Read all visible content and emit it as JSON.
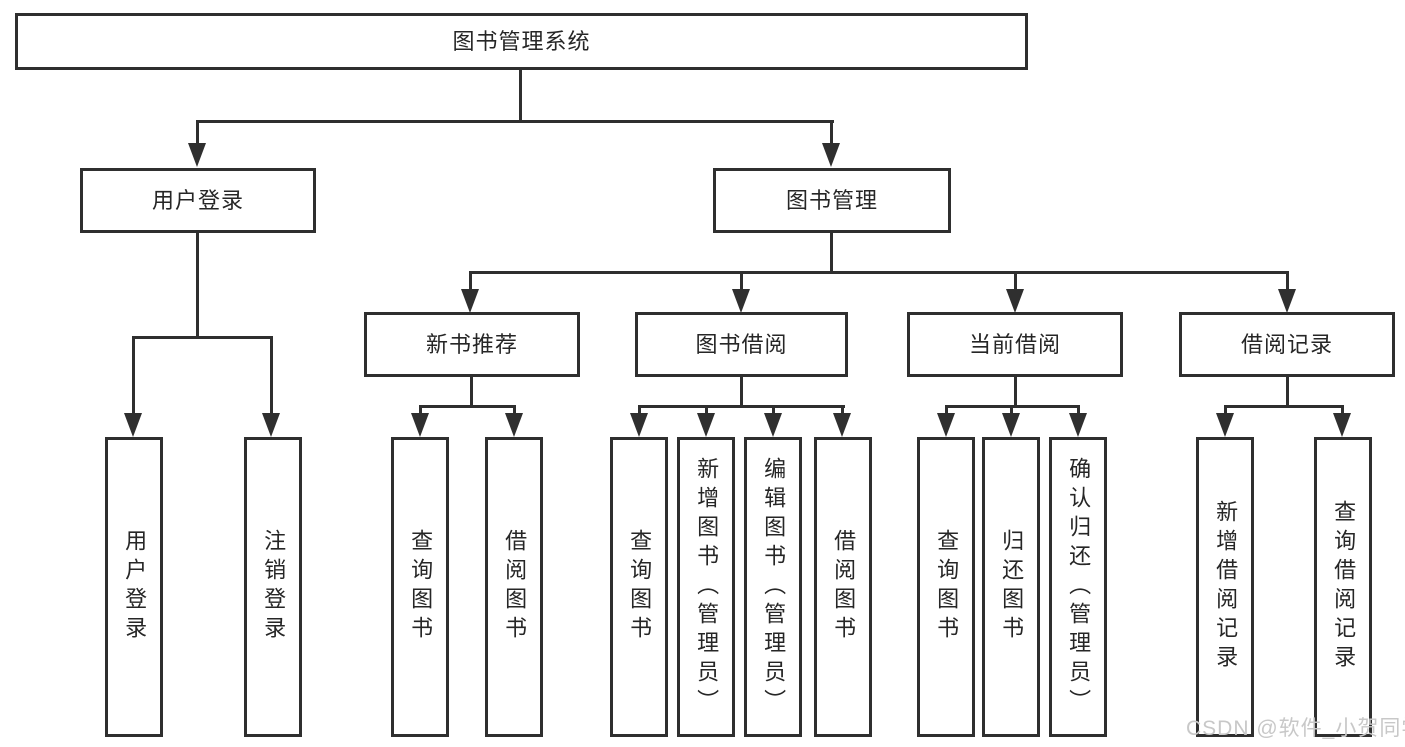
{
  "tree": {
    "root": "图书管理系统",
    "branches": [
      {
        "label": "用户登录",
        "children": [
          "用户登录",
          "注销登录"
        ]
      },
      {
        "label": "图书管理",
        "groups": [
          {
            "label": "新书推荐",
            "children": [
              "查询图书",
              "借阅图书"
            ]
          },
          {
            "label": "图书借阅",
            "children": [
              "查询图书",
              "新增图书（管理员）",
              "编辑图书（管理员）",
              "借阅图书"
            ]
          },
          {
            "label": "当前借阅",
            "children": [
              "查询图书",
              "归还图书",
              "确认归还（管理员）"
            ]
          },
          {
            "label": "借阅记录",
            "children": [
              "新增借阅记录",
              "查询借阅记录"
            ]
          }
        ]
      }
    ]
  },
  "watermark": {
    "text": "CSDN @软件_小贺同学",
    "color": "#c8c8c8"
  },
  "colors": {
    "line": "#2f2f2f",
    "background": "#ffffff",
    "text": "#262626"
  }
}
